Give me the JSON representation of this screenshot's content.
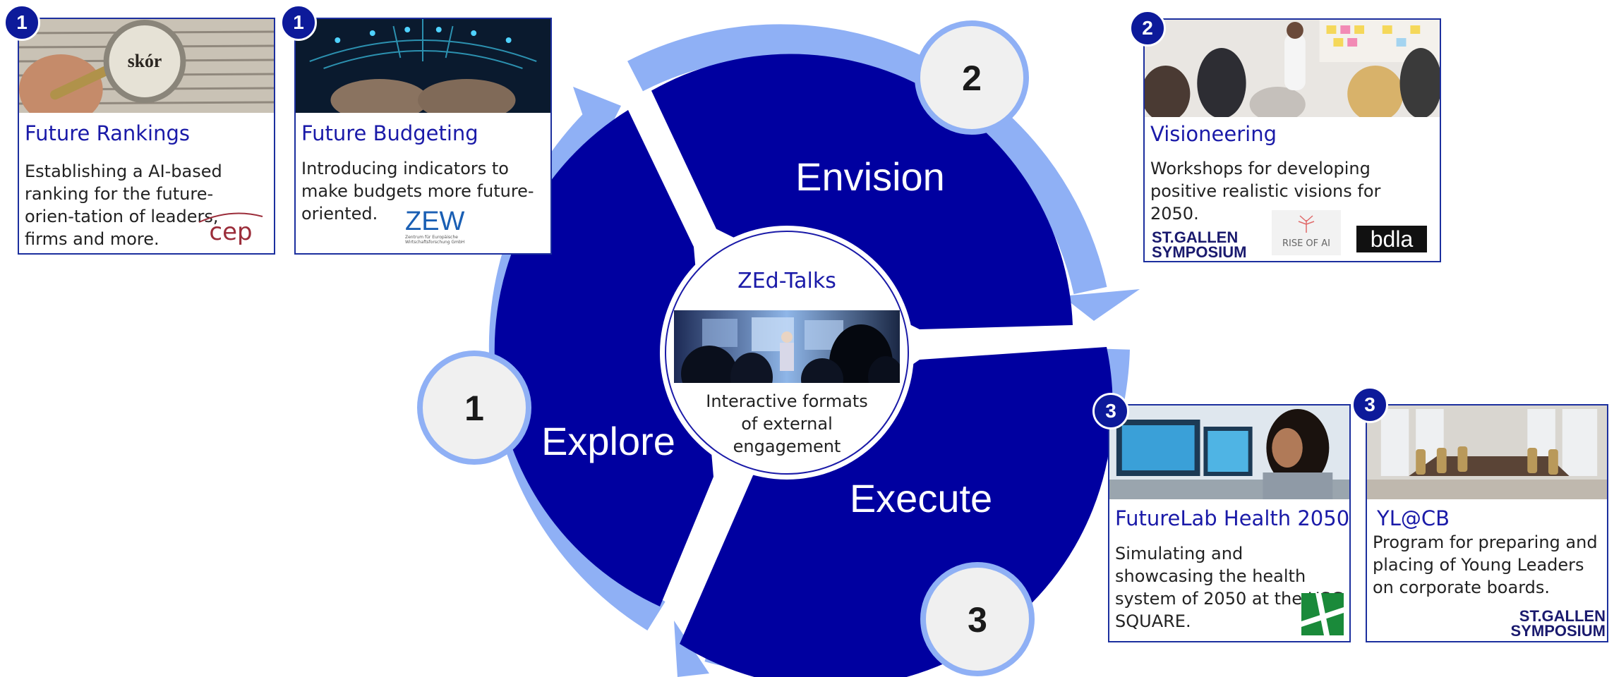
{
  "colors": {
    "dark_blue": "#0000a0",
    "light_blue": "#8fb0f5",
    "badge_blue": "#0d1a9a",
    "title_blue": "#1a1aa8",
    "number_circle": "#f0f0f0"
  },
  "cycle": {
    "segments": [
      {
        "label": "Envision",
        "number": "2"
      },
      {
        "label": "Execute",
        "number": "3"
      },
      {
        "label": "Explore",
        "number": "1"
      }
    ]
  },
  "center": {
    "title": "ZEd-Talks",
    "description": "Interactive formats of external engagement"
  },
  "cards": {
    "future_rankings": {
      "badge": "1",
      "title": "Future Rankings",
      "description": "Establishing a AI-based ranking for the future-orien-tation of leaders, firms and more.",
      "logo_text": "cep"
    },
    "future_budgeting": {
      "badge": "1",
      "title": "Future Budgeting",
      "description": "Introducing indicators to make budgets more future-oriented.",
      "logo_text": "ZEW",
      "logo_subtext": "Zentrum für Europäische Wirtschaftsforschung GmbH"
    },
    "visioneering": {
      "badge": "2",
      "title": "Visioneering",
      "description": "Workshops for developing positive realistic visions for 2050.",
      "logo_stgallen_1": "ST.GALLEN",
      "logo_stgallen_2": "SYMPOSIUM",
      "logo_rise": "RISE OF AI",
      "logo_bdla": "bdla"
    },
    "futurelab": {
      "badge": "3",
      "title": "FutureLab Health 2050",
      "description": "Simulating and showcasing the health system of 2050 at the HSG SQUARE."
    },
    "ylcb": {
      "badge": "3",
      "title": "YL@CB",
      "description": "Program for preparing and placing of Young Leaders on corporate boards.",
      "logo_stgallen_1": "ST.GALLEN",
      "logo_stgallen_2": "SYMPOSIUM"
    }
  }
}
